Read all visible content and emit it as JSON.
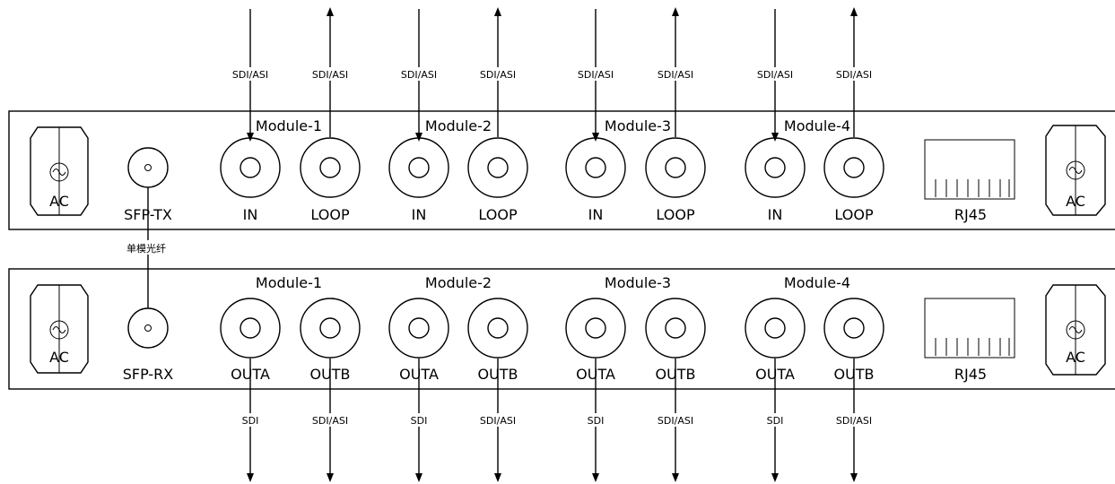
{
  "tx_panel": {
    "modules": [
      "Module-1",
      "Module-2",
      "Module-3",
      "Module-4"
    ],
    "port_labels": [
      "IN",
      "LOOP",
      "IN",
      "LOOP",
      "IN",
      "LOOP",
      "IN",
      "LOOP"
    ],
    "signal_labels": [
      "SDI/ASI",
      "SDI/ASI",
      "SDI/ASI",
      "SDI/ASI",
      "SDI/ASI",
      "SDI/ASI",
      "SDI/ASI",
      "SDI/ASI"
    ],
    "sfp_label": "SFP-TX",
    "rj45_label": "RJ45",
    "ac_label": "AC"
  },
  "rx_panel": {
    "modules": [
      "Module-1",
      "Module-2",
      "Module-3",
      "Module-4"
    ],
    "port_labels": [
      "OUTA",
      "OUTB",
      "OUTA",
      "OUTB",
      "OUTA",
      "OUTB",
      "OUTA",
      "OUTB"
    ],
    "signal_labels": [
      "SDI",
      "SDI/ASI",
      "SDI",
      "SDI/ASI",
      "SDI",
      "SDI/ASI",
      "SDI",
      "SDI/ASI"
    ],
    "sfp_label": "SFP-RX",
    "rj45_label": "RJ45",
    "ac_label": "AC"
  },
  "fiber_label": "单模光纤"
}
